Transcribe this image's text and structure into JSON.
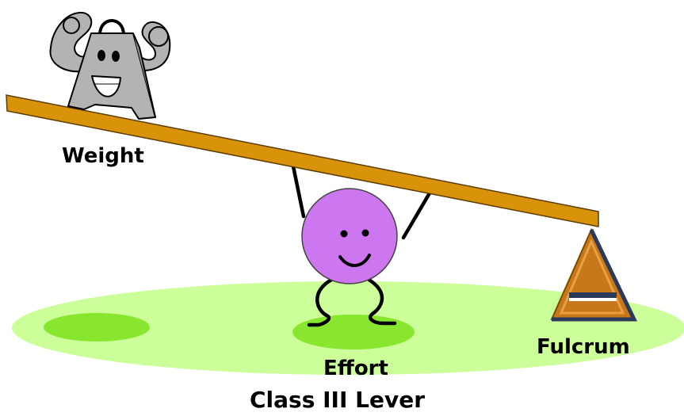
{
  "labels": {
    "weight": "Weight",
    "effort": "Effort",
    "fulcrum": "Fulcrum",
    "caption": "Class III Lever"
  },
  "colors": {
    "ground": "#ccff99",
    "grass_patch": "#88e62e",
    "lever_beam": "#d9930b",
    "character_body": "#cc77f0",
    "fulcrum_fill": "#c8781a",
    "fulcrum_edge": "#2b3a5a",
    "weight_fill": "#b3b3b3"
  },
  "icons": {
    "weight": "weight-character-icon",
    "effort": "effort-character-icon",
    "fulcrum": "fulcrum-triangle-icon"
  }
}
